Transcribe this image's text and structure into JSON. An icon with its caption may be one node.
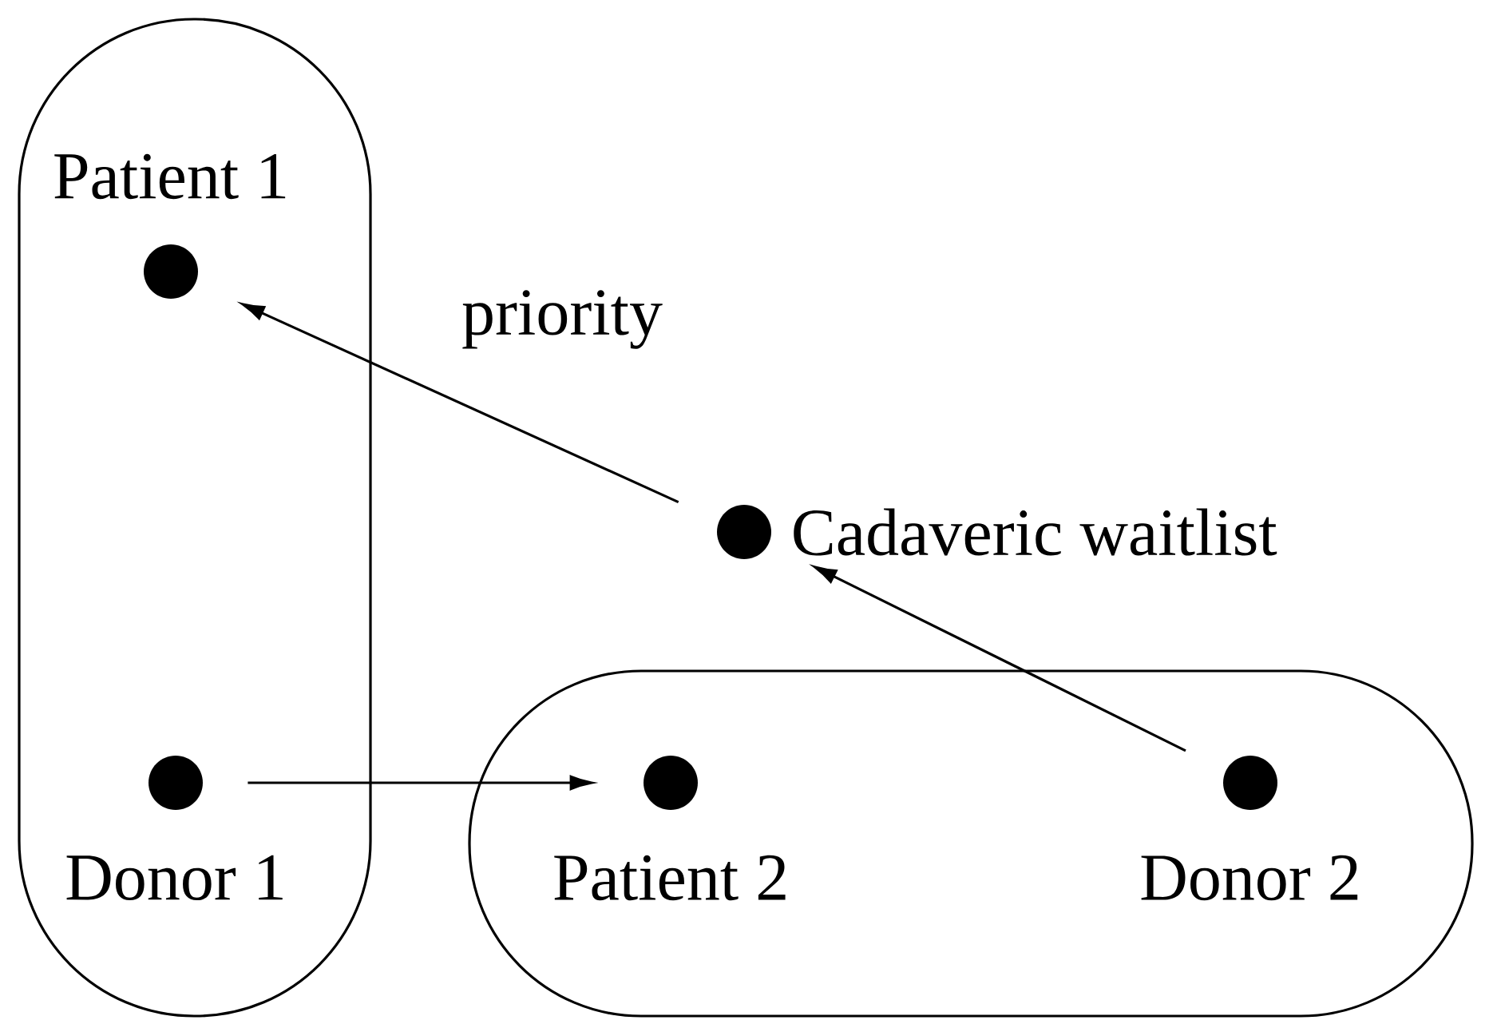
{
  "diagram": {
    "nodes": [
      {
        "text": [],
        "shape": "box"
      },
      {
        "text": [
          "Patient 1"
        ],
        "in": 0
      },
      {
        "text": [
          "Donor 1"
        ],
        "in": 0
      },
      {
        "text": [],
        "shape": "box"
      },
      {
        "text": [
          "Patient 2"
        ],
        "in": 3
      },
      {
        "text": [
          "Donor 2"
        ],
        "in": 3
      },
      {
        "text": [
          "Cadaveric waitlist"
        ]
      }
    ],
    "edges": [
      {
        "from": 2,
        "to": 4,
        "arrow": "to"
      },
      {
        "from": 5,
        "to": 6,
        "arrow": "to"
      },
      {
        "from": 6,
        "to": 1,
        "arrow": "to",
        "label": "priority"
      }
    ]
  }
}
